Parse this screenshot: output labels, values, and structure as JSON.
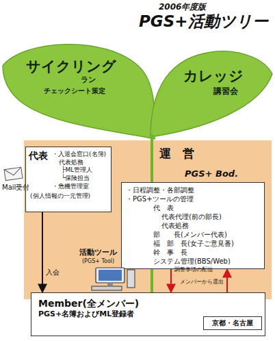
{
  "diagram": {
    "title": "PGS+活動ツリー",
    "nodes": [
      {
        "text": [
          "サイクリング",
          "ラン",
          "チェックシート策定"
        ]
      },
      {
        "text": [
          "カレッジ",
          "講習会"
        ]
      },
      {
        "text": [
          "運　営"
        ]
      },
      {
        "text": [
          "代表",
          "・入退会窓口(名簿)",
          "代表処務",
          "├ML管理人",
          "└保険担当",
          "・危機管理室",
          "(個人情報の一元管理)"
        ],
        "in": 2
      },
      {
        "text": [
          "PGS+ Bod.",
          "・日程調整・各部調整",
          "・PGS+ツールの管理",
          "代　表",
          "代表代理(前の部長)",
          "代表処務",
          "部　　長(メンバー代表)",
          "福　部　長(女子ご意見番)",
          "幹　事　長",
          "システム管理(BBS/Web)"
        ],
        "in": 2
      },
      {
        "text": [
          "Member(全メンバー)",
          "PGS+名簿およびML登録者"
        ]
      },
      {
        "text": [
          "京都・名古屋"
        ],
        "in": 5
      }
    ],
    "edges": [
      {
        "from": 3,
        "to": 5,
        "arrow": "to",
        "label": "入会"
      },
      {
        "from": 4,
        "to": 5,
        "arrow": "to",
        "label": "調整事項の配信"
      },
      {
        "from": 5,
        "to": 4,
        "arrow": "to",
        "label": "メンバーから選出"
      }
    ],
    "labels": [
      "2006年度版",
      "Mail受付",
      "活動ツール",
      "(PGS+ Tool)"
    ]
  }
}
